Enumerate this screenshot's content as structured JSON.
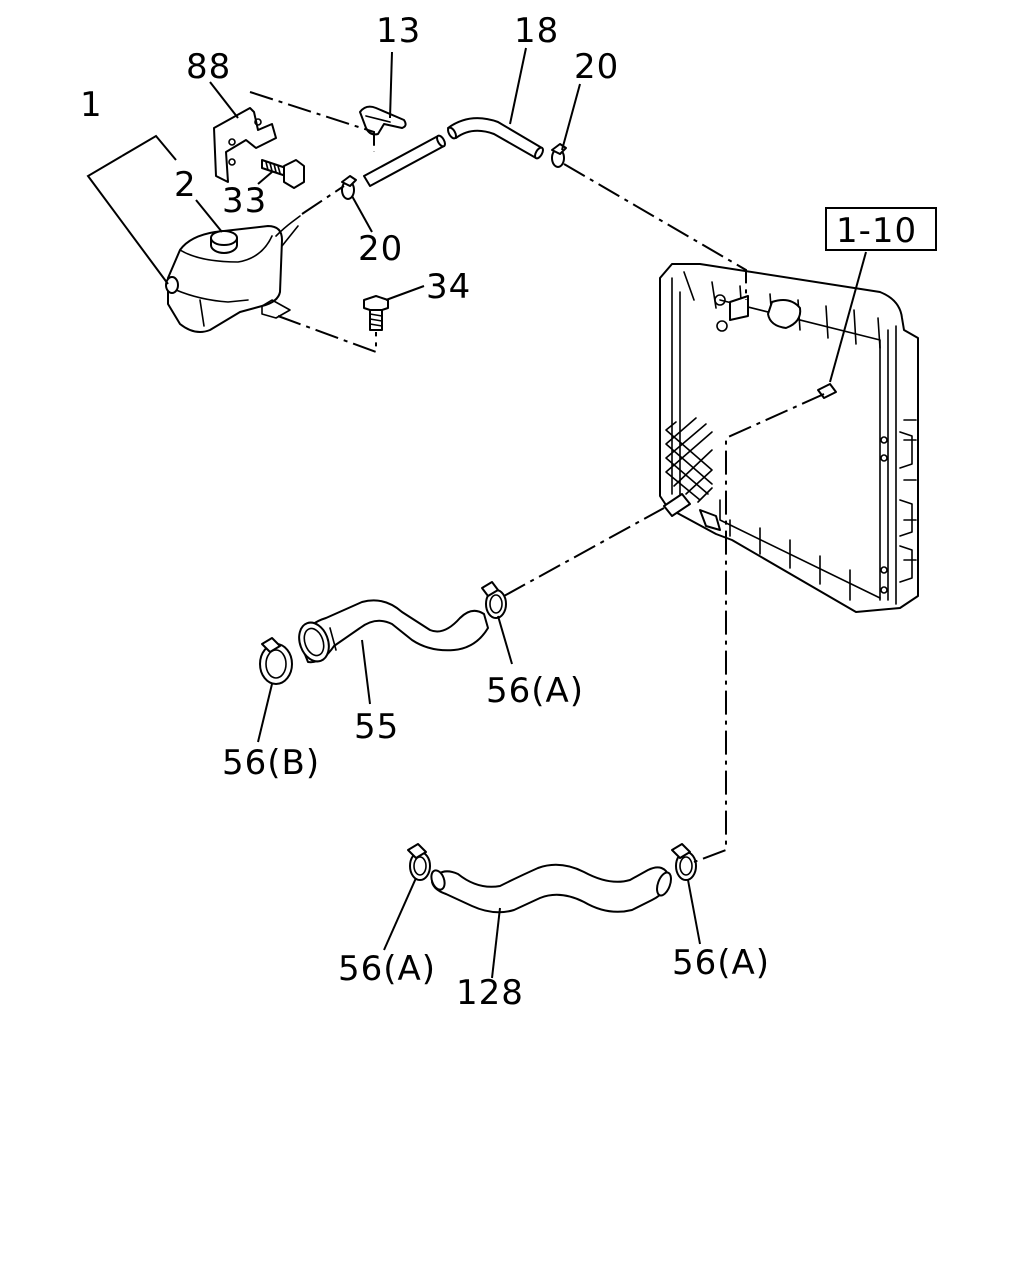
{
  "diagram": {
    "callouts": {
      "c1": "1",
      "c2": "2",
      "c88": "88",
      "c33": "33",
      "c13": "13",
      "c18": "18",
      "c20_top": "20",
      "c20_mid": "20",
      "c34": "34",
      "c1_10": "1-10",
      "c55": "55",
      "c56a_upper": "56(A)",
      "c56b": "56(B)",
      "c56a_lower_left": "56(A)",
      "c56a_lower_right": "56(A)",
      "c128": "128"
    },
    "line_color": "#000000",
    "background_color": "#ffffff"
  }
}
